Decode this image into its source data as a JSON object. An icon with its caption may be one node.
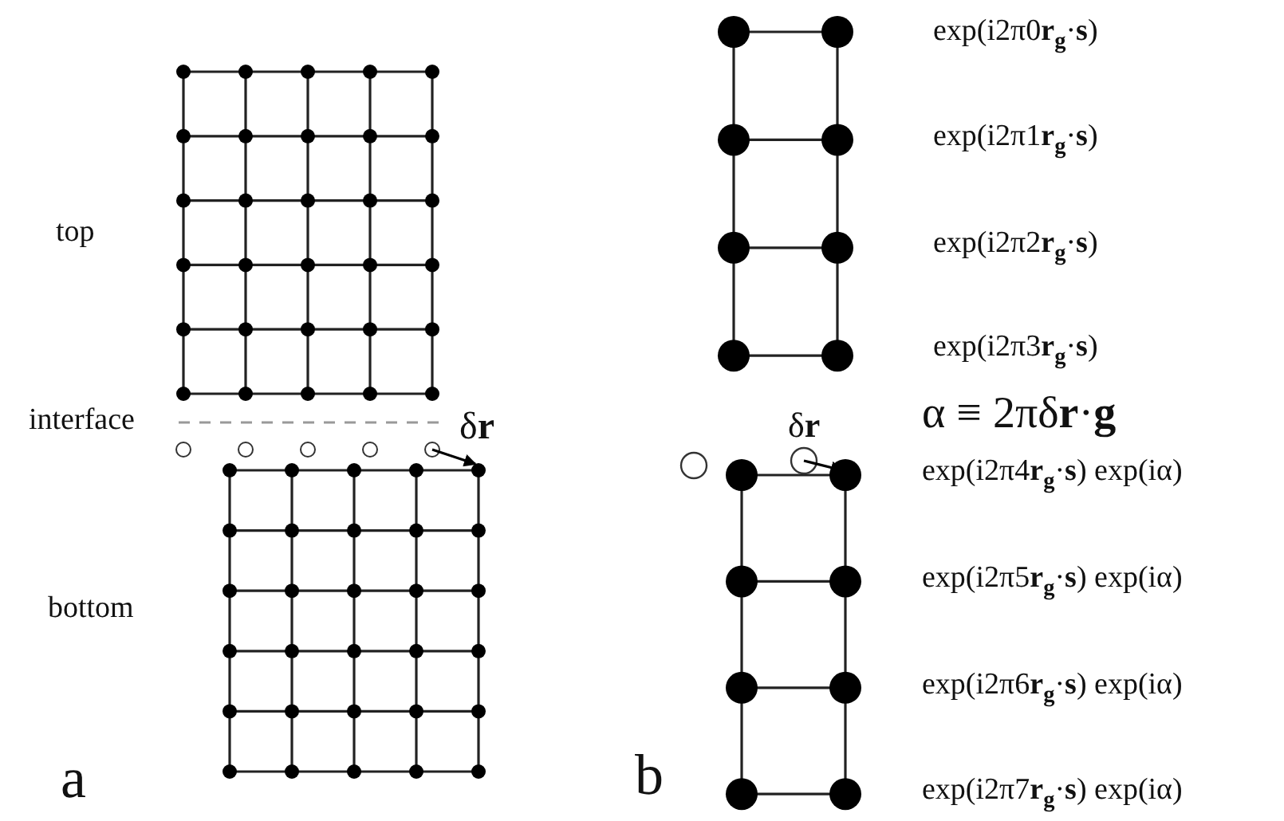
{
  "diagram": {
    "labels": [
      "top",
      "interface",
      "δ**r**",
      "bottom",
      "a",
      "exp(i2π0**r**$_{g}$·**s**)",
      "exp(i2π1**r**$_{g}$·**s**)",
      "exp(i2π2**r**$_{g}$·**s**)",
      "exp(i2π3**r**$_{g}$·**s**)",
      "δ**r**",
      "α ≡ 2πδ**r**·**g**",
      "exp(i2π4**r**$_{g}$·**s**) exp(iα)",
      "exp(i2π5**r**$_{g}$·**s**) exp(iα)",
      "exp(i2π6**r**$_{g}$·**s**) exp(iα)",
      "b",
      "exp(i2π7**r**$_{g}$·**s**) exp(iα)"
    ]
  }
}
